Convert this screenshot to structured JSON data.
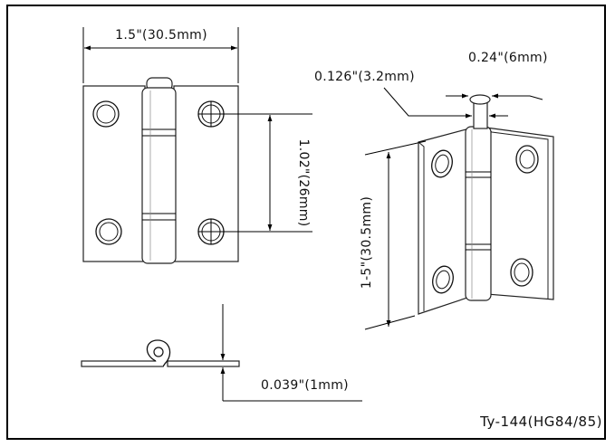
{
  "title": "",
  "model_label": "Ty-144(HG84/85)",
  "dimensions": {
    "width": "1.5\"(30.5mm)",
    "hole_spacing": "1.02\"(26mm)",
    "pin_diameter": "0.126\"(3.2mm)",
    "knuckle_diameter": "0.24\"(6mm)",
    "height": "1-5\"(30.5mm)",
    "thickness": "0.039\"(1mm)"
  },
  "colors": {
    "line": "#000000",
    "background": "#ffffff"
  }
}
